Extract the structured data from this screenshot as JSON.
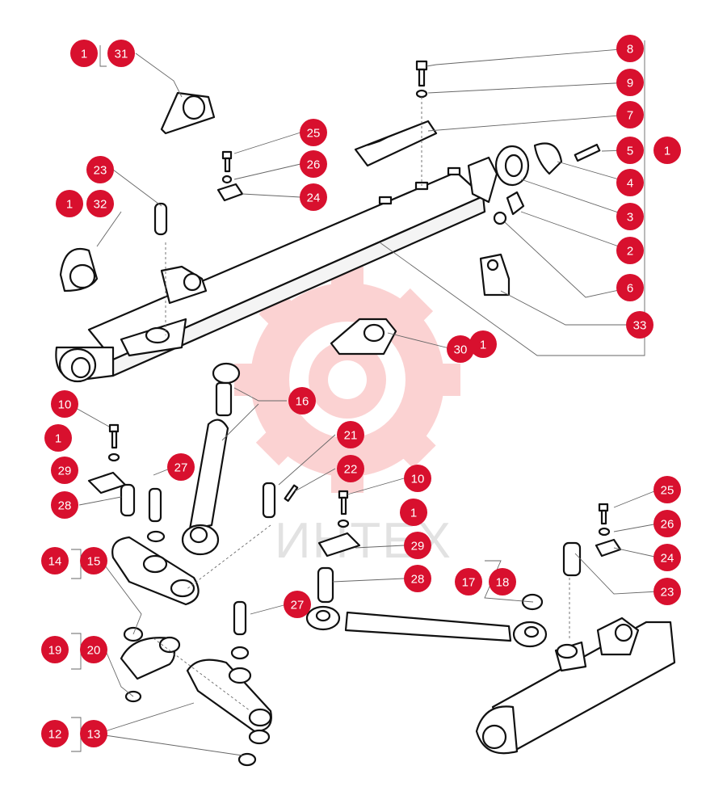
{
  "watermark": {
    "text": "ИНТЕХ",
    "color": "#f26060"
  },
  "badge_color": "#d8102e",
  "labels": [
    {
      "id": "b-1-31a",
      "text": "1"
    },
    {
      "id": "b-31",
      "text": "31"
    },
    {
      "id": "b-8",
      "text": "8"
    },
    {
      "id": "b-9",
      "text": "9"
    },
    {
      "id": "b-7",
      "text": "7"
    },
    {
      "id": "b-5",
      "text": "5"
    },
    {
      "id": "b-1-5",
      "text": "1"
    },
    {
      "id": "b-4",
      "text": "4"
    },
    {
      "id": "b-3",
      "text": "3"
    },
    {
      "id": "b-2",
      "text": "2"
    },
    {
      "id": "b-6",
      "text": "6"
    },
    {
      "id": "b-33",
      "text": "33"
    },
    {
      "id": "b-25a",
      "text": "25"
    },
    {
      "id": "b-26a",
      "text": "26"
    },
    {
      "id": "b-24a",
      "text": "24"
    },
    {
      "id": "b-23a",
      "text": "23"
    },
    {
      "id": "b-1-32",
      "text": "1"
    },
    {
      "id": "b-32",
      "text": "32"
    },
    {
      "id": "b-30",
      "text": "30"
    },
    {
      "id": "b-1-30",
      "text": "1"
    },
    {
      "id": "b-16",
      "text": "16"
    },
    {
      "id": "b-10a",
      "text": "10"
    },
    {
      "id": "b-1a",
      "text": "1"
    },
    {
      "id": "b-29a",
      "text": "29"
    },
    {
      "id": "b-27a",
      "text": "27"
    },
    {
      "id": "b-28a",
      "text": "28"
    },
    {
      "id": "b-21",
      "text": "21"
    },
    {
      "id": "b-22",
      "text": "22"
    },
    {
      "id": "b-10b",
      "text": "10"
    },
    {
      "id": "b-1b",
      "text": "1"
    },
    {
      "id": "b-29b",
      "text": "29"
    },
    {
      "id": "b-28b",
      "text": "28"
    },
    {
      "id": "b-14",
      "text": "14"
    },
    {
      "id": "b-15",
      "text": "15"
    },
    {
      "id": "b-17",
      "text": "17"
    },
    {
      "id": "b-18",
      "text": "18"
    },
    {
      "id": "b-25b",
      "text": "25"
    },
    {
      "id": "b-26b",
      "text": "26"
    },
    {
      "id": "b-24b",
      "text": "24"
    },
    {
      "id": "b-23b",
      "text": "23"
    },
    {
      "id": "b-27b",
      "text": "27"
    },
    {
      "id": "b-19",
      "text": "19"
    },
    {
      "id": "b-20",
      "text": "20"
    },
    {
      "id": "b-12",
      "text": "12"
    },
    {
      "id": "b-13",
      "text": "13"
    }
  ]
}
